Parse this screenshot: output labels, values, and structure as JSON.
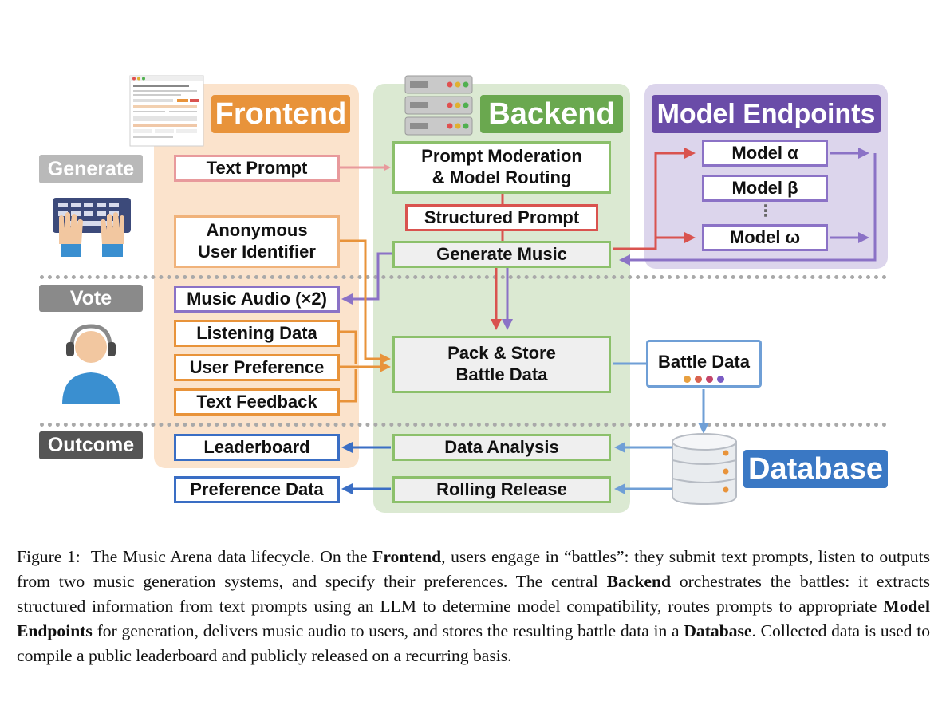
{
  "sections": {
    "frontend": "Frontend",
    "backend": "Backend",
    "model_endpoints": "Model Endpoints",
    "database": "Database"
  },
  "row_labels": {
    "generate": "Generate",
    "vote": "Vote",
    "outcome": "Outcome"
  },
  "frontend_boxes": {
    "text_prompt": "Text Prompt",
    "anon_line1": "Anonymous",
    "anon_line2": "User Identifier",
    "music_audio": "Music Audio (×2)",
    "listening_data": "Listening Data",
    "user_preference": "User Preference",
    "text_feedback": "Text Feedback",
    "leaderboard": "Leaderboard",
    "preference_data": "Preference Data"
  },
  "backend_boxes": {
    "moderation_line1": "Prompt Moderation",
    "moderation_line2": "& Model Routing",
    "structured_prompt": "Structured Prompt",
    "generate_music": "Generate Music",
    "pack_line1": "Pack & Store",
    "pack_line2": "Battle Data",
    "data_analysis": "Data Analysis",
    "rolling_release": "Rolling Release"
  },
  "models": {
    "alpha": "Model α",
    "beta": "Model β",
    "omega": "Model ω",
    "ellipsis": "⋮"
  },
  "battle_data": "Battle Data",
  "colors": {
    "frontend_bg": "#fbe3cc",
    "frontend_accent": "#e8933a",
    "backend_bg": "#dbe9d2",
    "backend_accent": "#6aa84f",
    "endpoints_bg": "#dcd5ec",
    "endpoints_accent": "#6a4ca8",
    "database_accent": "#3a78c4",
    "pink": "#e89a9c",
    "red": "#d9534f",
    "purple": "#8b72c6",
    "orange": "#e8933a",
    "green": "#8cc06b",
    "blue": "#3a6ec4",
    "lightblue": "#6f9fd6",
    "gray_label": "#8a8a8a",
    "outcome_label": "#555555",
    "dots": [
      "#e8a040",
      "#d9634f",
      "#c4456a",
      "#7a5cc4"
    ]
  },
  "icons": {
    "screenshot": "frontend-screenshot-icon",
    "server": "server-rack-icon",
    "keyboard": "keyboard-hands-icon",
    "listener": "listener-headphones-icon",
    "database": "database-cylinder-icon"
  },
  "caption": {
    "figure": "Figure 1:",
    "t1": "The Music Arena data lifecycle. On the",
    "b1": "Frontend",
    "t2": ", users engage in “battles”: they submit text prompts, listen to outputs from two music generation systems, and specify their preferences. The central",
    "b2": "Backend",
    "t3": "orchestrates the battles: it extracts structured information from text prompts using an LLM to determine model compatibility, routes prompts to appropriate",
    "b3": "Model Endpoints",
    "t4": "for generation, delivers music audio to users, and stores the resulting battle data in a",
    "b4": "Database",
    "t5": ". Collected data is used to compile a public leaderboard and publicly released on a recurring basis."
  }
}
